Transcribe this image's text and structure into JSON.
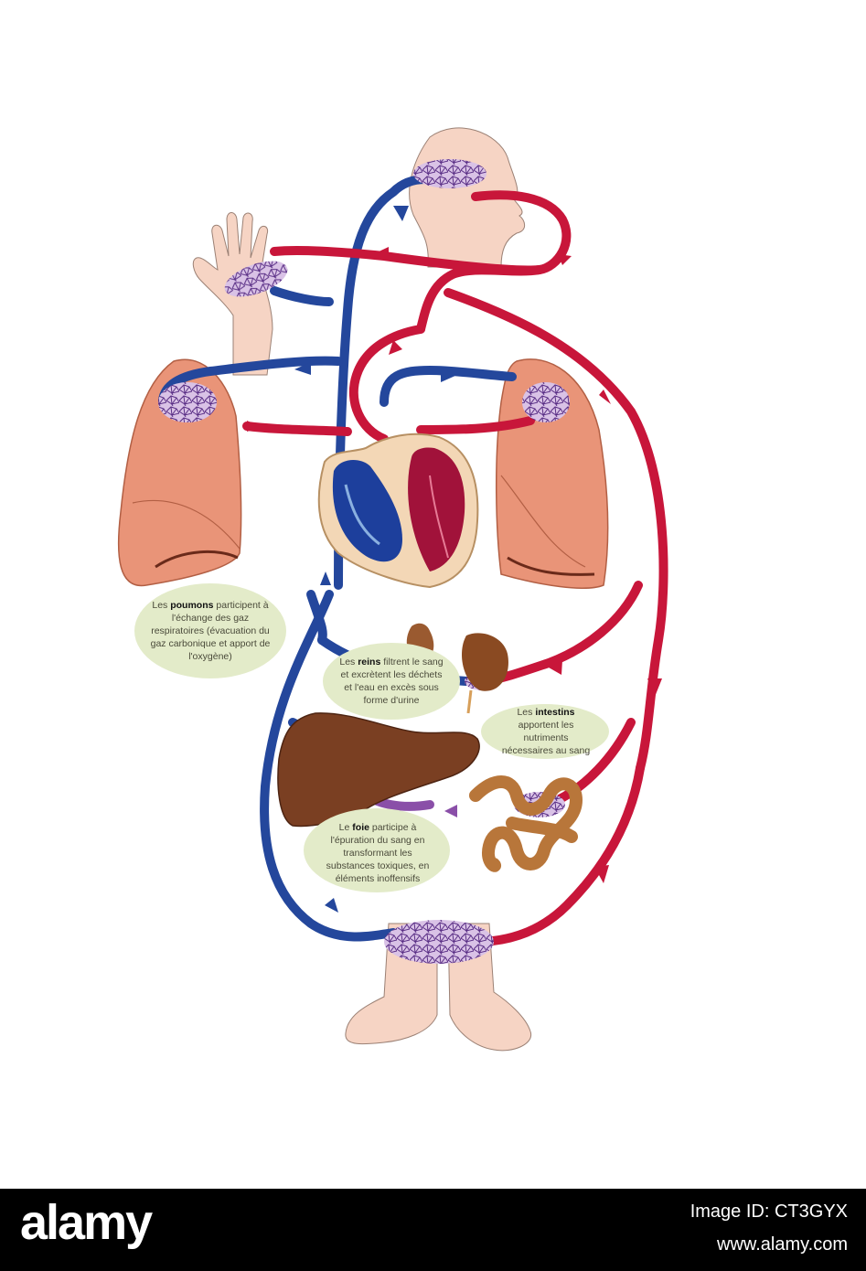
{
  "colors": {
    "artery": "#c8163a",
    "vein": "#24479c",
    "mixed": "#8a4fa8",
    "skin": "#f6d4c4",
    "lung": "#e99478",
    "liver": "#7a3f22",
    "intestine": "#b8763a",
    "kidney": "#8a4a22",
    "bubble": "#e3ebc9"
  },
  "labels": {
    "lungs": {
      "pre": "Les ",
      "bold": "poumons",
      "post": " participent à l'échange des gaz respiratoires (évacuation du gaz carbonique et apport de l'oxygène)"
    },
    "kidneys": {
      "pre": "Les ",
      "bold": "reins",
      "post": " filtrent le sang et excrètent les déchets et l'eau en excès sous forme d'urine"
    },
    "intestines": {
      "pre": "Les ",
      "bold": "intestins",
      "post": " apportent les nutriments nécessaires au sang"
    },
    "liver": {
      "pre": "Le ",
      "bold": "foie",
      "post": " participe à l'épuration du sang en transformant les substances toxiques, en éléments inoffensifs"
    }
  },
  "footer": {
    "logo": "alamy",
    "image_id": "Image ID: CT3GYX",
    "url": "www.alamy.com"
  }
}
